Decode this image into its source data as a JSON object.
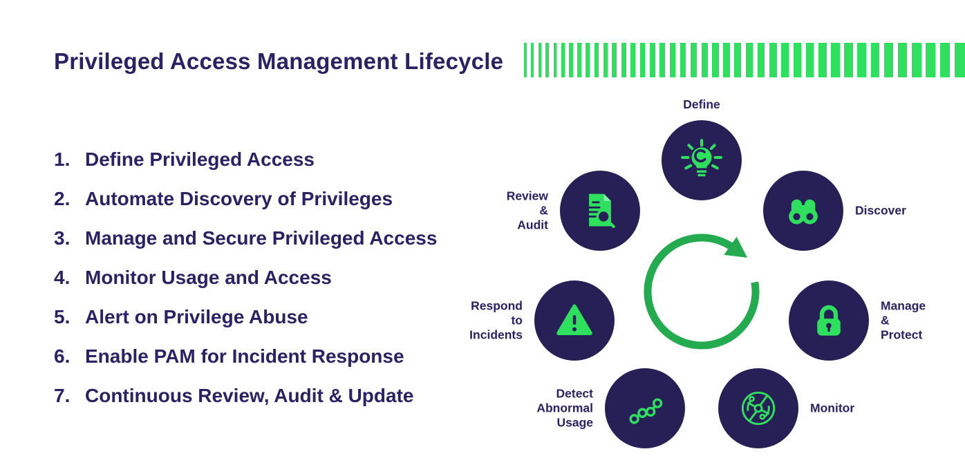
{
  "page": {
    "title": "Privileged Access Management Lifecycle"
  },
  "colors": {
    "navy": "#262057",
    "text": "#2a2264",
    "green": "#2ee05e",
    "arrow_green": "#25ab4f",
    "fold_green": "#86efac",
    "background": "#ffffff"
  },
  "decoration": {
    "bar_count": 41
  },
  "list": {
    "items": [
      {
        "number": "1.",
        "text": "Define Privileged Access"
      },
      {
        "number": "2.",
        "text": "Automate Discovery of Privileges"
      },
      {
        "number": "3.",
        "text": "Manage and Secure Privileged Access"
      },
      {
        "number": "4.",
        "text": "Monitor Usage and Access"
      },
      {
        "number": "5.",
        "text": "Alert on Privilege Abuse"
      },
      {
        "number": "6.",
        "text": "Enable PAM for Incident Response"
      },
      {
        "number": "7.",
        "text": "Continuous Review, Audit & Update"
      }
    ]
  },
  "diagram": {
    "center_icon": "cycle-arrow-icon",
    "nodes": [
      {
        "label": "Define",
        "icon": "lightbulb-icon"
      },
      {
        "label": "Discover",
        "icon": "binoculars-icon"
      },
      {
        "label": "Manage\n& Protect",
        "icon": "lock-icon"
      },
      {
        "label": "Monitor",
        "icon": "radar-icon"
      },
      {
        "label": "Detect\nAbnormal\nUsage",
        "icon": "growth-chart-icon"
      },
      {
        "label": "Respond to\nIncidents",
        "icon": "warning-triangle-icon"
      },
      {
        "label": "Review\n& Audit",
        "icon": "document-search-icon"
      }
    ]
  }
}
